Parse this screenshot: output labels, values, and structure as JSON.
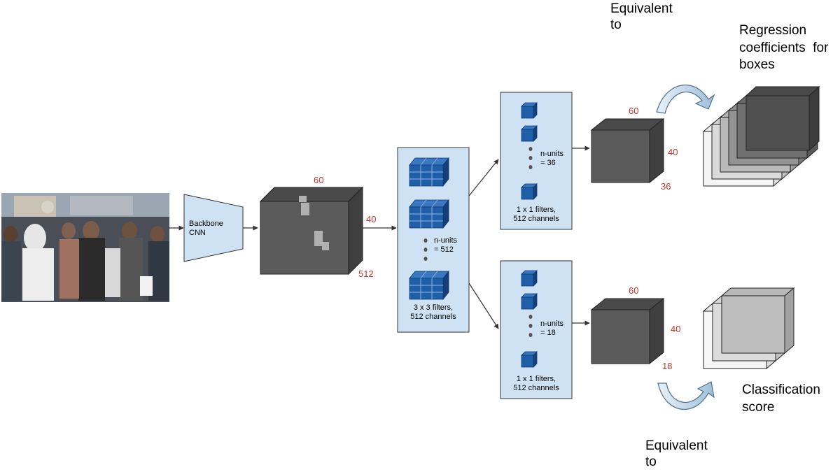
{
  "backbone": {
    "label_line1": "Backbone",
    "label_line2": "CNN"
  },
  "feature_map": {
    "width": "60",
    "height": "40",
    "depth": "512"
  },
  "conv3": {
    "n_units_label": "n-units",
    "n_units_value": "= 512",
    "caption_line1": "3 x 3 filters,",
    "caption_line2": "512 channels"
  },
  "conv1_top": {
    "n_units_label": "n-units",
    "n_units_value": "= 36",
    "caption_line1": "1 x 1 filters,",
    "caption_line2": "512 channels"
  },
  "conv1_bottom": {
    "n_units_label": "n-units",
    "n_units_value": "= 18",
    "caption_line1": "1 x 1 filters,",
    "caption_line2": "512 channels"
  },
  "out_top": {
    "width": "60",
    "height": "40",
    "depth": "36"
  },
  "out_bottom": {
    "width": "60",
    "height": "40",
    "depth": "18"
  },
  "equivalent_top": {
    "line1": "Equivalent",
    "line2": "to"
  },
  "equivalent_bottom": {
    "line1": "Equivalent",
    "line2": "to"
  },
  "regression": {
    "line1": "Regression",
    "line2": "coefficients  for",
    "line3": "boxes"
  },
  "classification": {
    "line1": "Classification",
    "line2": "score"
  },
  "colors": {
    "panel_fill": "#cfe2f3",
    "cube_blue": "#1f5fa8",
    "block_dark": "#5a5a5a",
    "dim_red": "#c0392b",
    "curve_arrow": "#bcd4e6"
  }
}
